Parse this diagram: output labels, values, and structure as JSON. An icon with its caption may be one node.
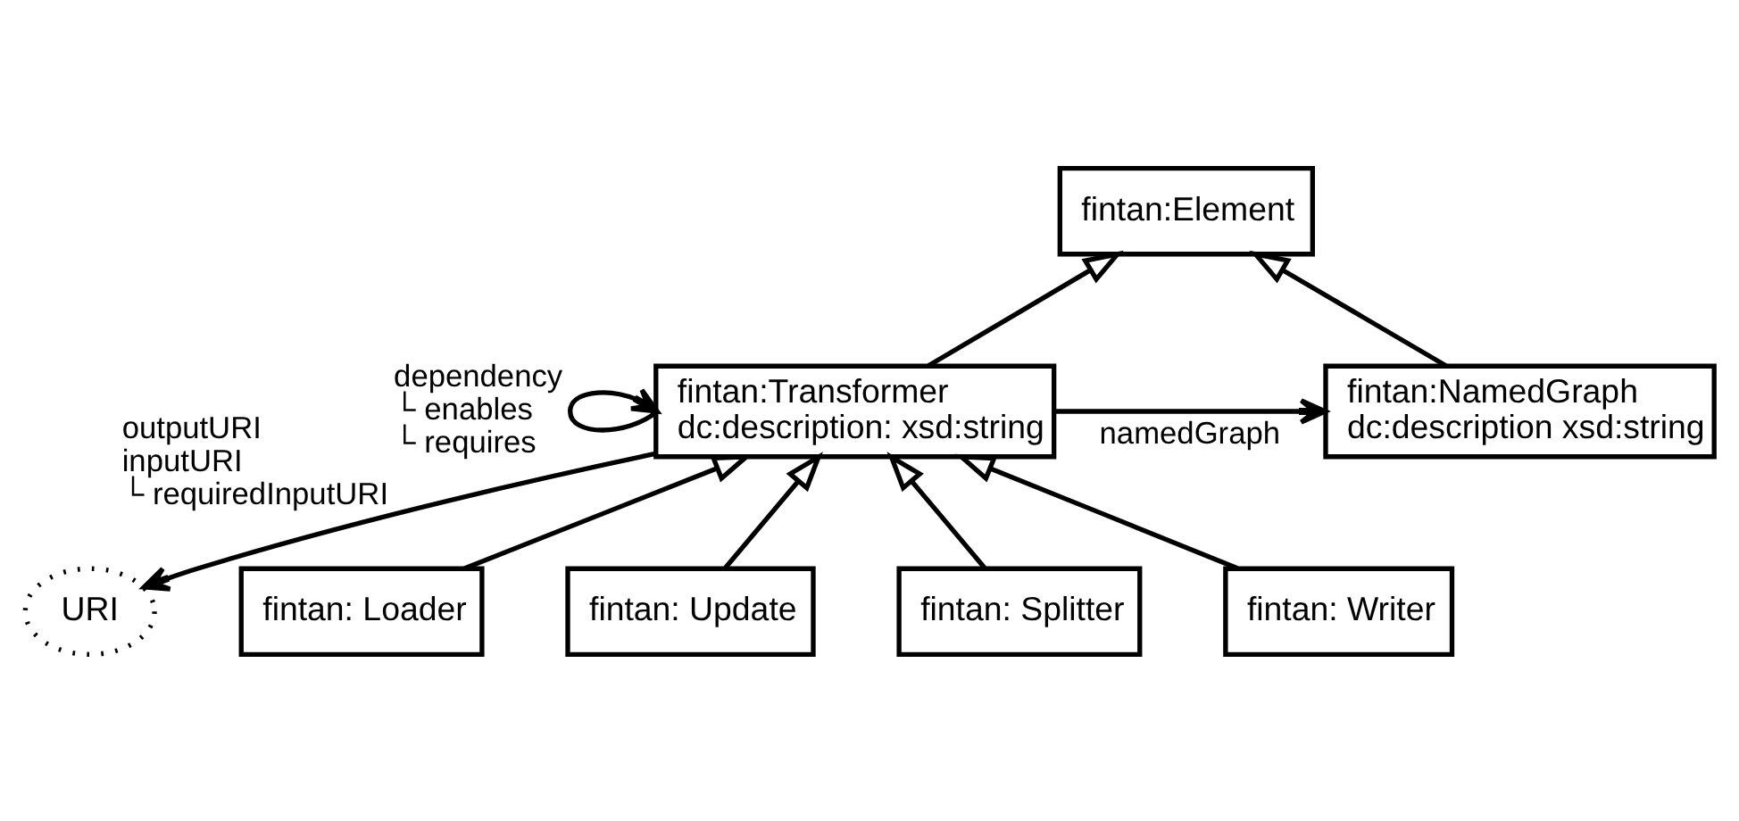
{
  "diagram": {
    "nodes": [
      {
        "text": [
          "fintan:Element"
        ]
      },
      {
        "text": [
          "fintan:Transformer",
          "dc:description: xsd:string"
        ]
      },
      {
        "text": [
          "fintan:NamedGraph",
          "dc:description xsd:string"
        ]
      },
      {
        "text": [
          "URI"
        ]
      },
      {
        "text": [
          "fintan: Loader"
        ]
      },
      {
        "text": [
          "fintan: Update"
        ]
      },
      {
        "text": [
          "fintan: Splitter"
        ]
      },
      {
        "text": [
          "fintan: Writer"
        ]
      }
    ],
    "edges": [
      {
        "from": 1,
        "to": 0,
        "arrow": "to"
      },
      {
        "from": 2,
        "to": 0,
        "arrow": "to"
      },
      {
        "from": 1,
        "to": 2,
        "arrow": "to",
        "label": "namedGraph"
      },
      {
        "from": 1,
        "to": 1,
        "arrow": "to",
        "label": "dependency └ enables └ requires"
      },
      {
        "from": 1,
        "to": 3,
        "arrow": "to",
        "label": "outputURI inputURI └ requiredInputURI"
      },
      {
        "from": 4,
        "to": 1,
        "arrow": "to"
      },
      {
        "from": 5,
        "to": 1,
        "arrow": "to"
      },
      {
        "from": 6,
        "to": 1,
        "arrow": "to"
      },
      {
        "from": 7,
        "to": 1,
        "arrow": "to"
      }
    ]
  }
}
